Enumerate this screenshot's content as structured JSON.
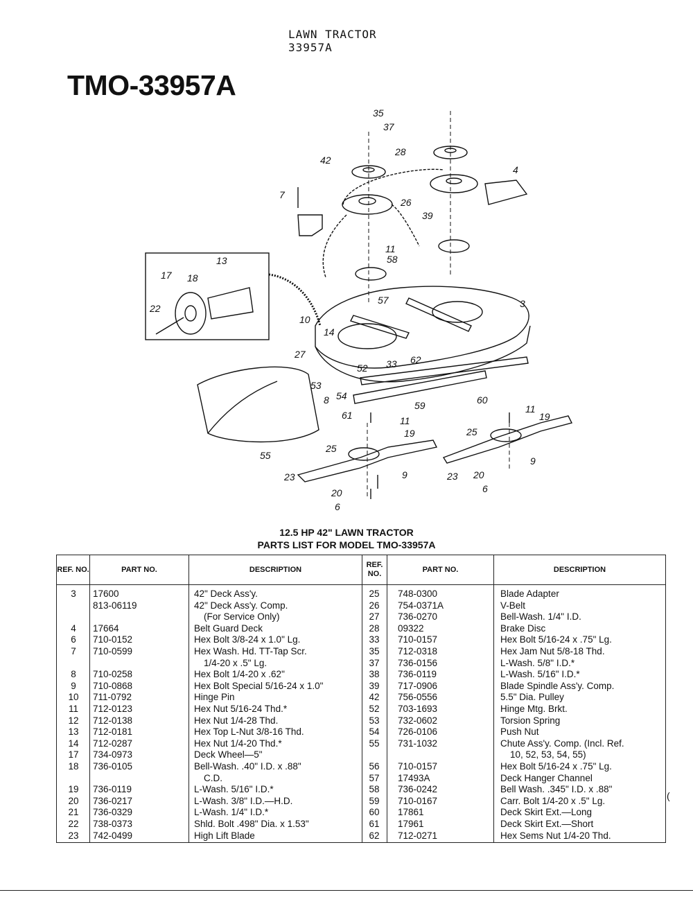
{
  "header": {
    "line1": "LAWN TRACTOR",
    "line2": "33957A"
  },
  "model_title": "TMO-33957A",
  "diagram": {
    "callouts": [
      "35",
      "37",
      "28",
      "42",
      "26",
      "4",
      "7",
      "39",
      "11",
      "58",
      "13",
      "17",
      "18",
      "22",
      "10",
      "14",
      "57",
      "3",
      "27",
      "52",
      "33",
      "62",
      "53",
      "8",
      "54",
      "55",
      "59",
      "60",
      "61",
      "19",
      "25",
      "23",
      "9",
      "20",
      "6"
    ]
  },
  "parts_title": {
    "line1": "12.5 HP 42\" LAWN TRACTOR",
    "line2": "PARTS LIST FOR MODEL TMO-33957A"
  },
  "table": {
    "headers": {
      "ref": "REF. NO.",
      "part": "PART NO.",
      "desc": "DESCRIPTION"
    },
    "left_rows": [
      {
        "ref": "3",
        "part": "17600",
        "desc": "42\" Deck Ass'y."
      },
      {
        "ref": "",
        "part": "813-06119",
        "desc": "42\" Deck Ass'y. Comp."
      },
      {
        "ref": "",
        "part": "",
        "desc": "(For Service Only)"
      },
      {
        "ref": "4",
        "part": "17664",
        "desc": "Belt Guard Deck"
      },
      {
        "ref": "6",
        "part": "710-0152",
        "desc": "Hex Bolt 3/8-24 x 1.0\" Lg."
      },
      {
        "ref": "7",
        "part": "710-0599",
        "desc": "Hex Wash. Hd. TT-Tap Scr."
      },
      {
        "ref": "",
        "part": "",
        "desc": "1/4-20 x .5\" Lg."
      },
      {
        "ref": "8",
        "part": "710-0258",
        "desc": "Hex Bolt 1/4-20 x .62\""
      },
      {
        "ref": "9",
        "part": "710-0868",
        "desc": "Hex Bolt Special 5/16-24 x 1.0\""
      },
      {
        "ref": "10",
        "part": "711-0792",
        "desc": "Hinge Pin"
      },
      {
        "ref": "11",
        "part": "712-0123",
        "desc": "Hex Nut 5/16-24 Thd.*"
      },
      {
        "ref": "12",
        "part": "712-0138",
        "desc": "Hex Nut 1/4-28 Thd."
      },
      {
        "ref": "13",
        "part": "712-0181",
        "desc": "Hex Top L-Nut 3/8-16 Thd."
      },
      {
        "ref": "14",
        "part": "712-0287",
        "desc": "Hex Nut 1/4-20 Thd.*"
      },
      {
        "ref": "17",
        "part": "734-0973",
        "desc": "Deck Wheel—5\""
      },
      {
        "ref": "18",
        "part": "736-0105",
        "desc": "Bell-Wash. .40\" I.D. x .88\""
      },
      {
        "ref": "",
        "part": "",
        "desc": "C.D."
      },
      {
        "ref": "19",
        "part": "736-0119",
        "desc": "L-Wash. 5/16\" I.D.*"
      },
      {
        "ref": "20",
        "part": "736-0217",
        "desc": "L-Wash. 3/8\" I.D.—H.D."
      },
      {
        "ref": "21",
        "part": "736-0329",
        "desc": "L-Wash. 1/4\" I.D.*"
      },
      {
        "ref": "22",
        "part": "738-0373",
        "desc": "Shld. Bolt .498\" Dia. x 1.53\""
      },
      {
        "ref": "23",
        "part": "742-0499",
        "desc": "High Lift Blade"
      }
    ],
    "right_rows": [
      {
        "ref": "25",
        "part": "748-0300",
        "desc": "Blade Adapter"
      },
      {
        "ref": "26",
        "part": "754-0371A",
        "desc": "V-Belt"
      },
      {
        "ref": "27",
        "part": "736-0270",
        "desc": "Bell-Wash. 1/4\" I.D."
      },
      {
        "ref": "28",
        "part": "09322",
        "desc": "Brake Disc"
      },
      {
        "ref": "33",
        "part": "710-0157",
        "desc": "Hex Bolt 5/16-24 x .75\" Lg."
      },
      {
        "ref": "35",
        "part": "712-0318",
        "desc": "Hex Jam Nut 5/8-18 Thd."
      },
      {
        "ref": "37",
        "part": "736-0156",
        "desc": "L-Wash. 5/8\" I.D.*"
      },
      {
        "ref": "38",
        "part": "736-0119",
        "desc": "L-Wash. 5/16\" I.D.*"
      },
      {
        "ref": "39",
        "part": "717-0906",
        "desc": "Blade Spindle Ass'y. Comp."
      },
      {
        "ref": "42",
        "part": "756-0556",
        "desc": "5.5\" Dia. Pulley"
      },
      {
        "ref": "52",
        "part": "703-1693",
        "desc": "Hinge Mtg. Brkt."
      },
      {
        "ref": "53",
        "part": "732-0602",
        "desc": "Torsion Spring"
      },
      {
        "ref": "54",
        "part": "726-0106",
        "desc": "Push Nut"
      },
      {
        "ref": "55",
        "part": "731-1032",
        "desc": "Chute Ass'y. Comp. (Incl. Ref."
      },
      {
        "ref": "",
        "part": "",
        "desc": "10, 52, 53, 54, 55)"
      },
      {
        "ref": "56",
        "part": "710-0157",
        "desc": "Hex Bolt 5/16-24 x .75\" Lg."
      },
      {
        "ref": "57",
        "part": "17493A",
        "desc": "Deck Hanger Channel"
      },
      {
        "ref": "58",
        "part": "736-0242",
        "desc": "Bell Wash. .345\" I.D. x .88\""
      },
      {
        "ref": "59",
        "part": "710-0167",
        "desc": "Carr. Bolt 1/4-20 x .5\" Lg."
      },
      {
        "ref": "60",
        "part": "17861",
        "desc": "Deck Skirt Ext.—Long"
      },
      {
        "ref": "61",
        "part": "17961",
        "desc": "Deck Skirt Ext.—Short"
      },
      {
        "ref": "62",
        "part": "712-0271",
        "desc": "Hex Sems Nut 1/4-20 Thd."
      }
    ]
  },
  "edge_mark": "("
}
